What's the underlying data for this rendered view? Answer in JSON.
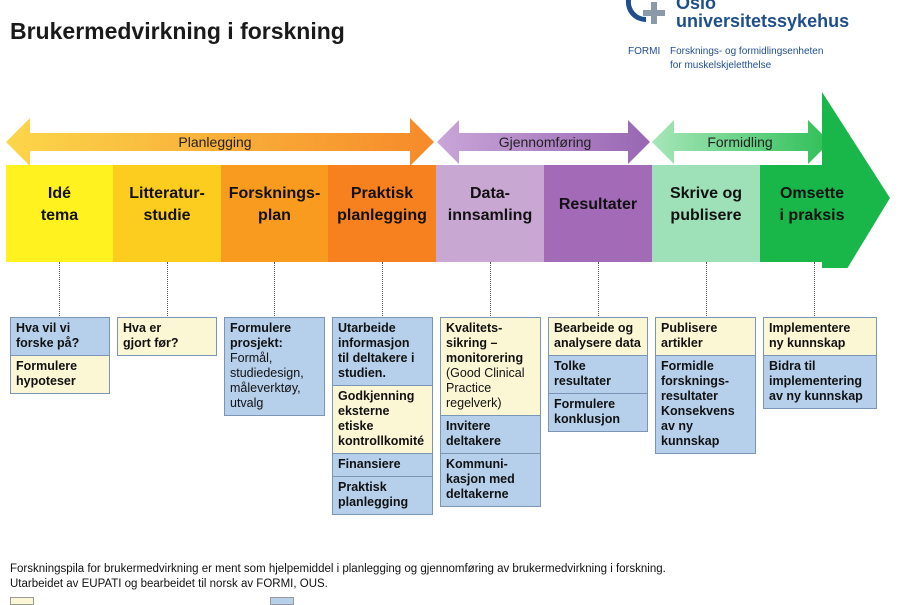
{
  "title": "Brukermedvirkning i forskning",
  "logo": {
    "name_line1": "Oslo",
    "name_line2": "universitetssykehus",
    "abbr": "FORMI",
    "unit_line1": "Forsknings- og formidlingsenheten",
    "unit_line2": "for muskelskjeletthelse",
    "icon": "cross-logo-icon"
  },
  "phases": [
    {
      "label": "Planlegging",
      "color": "#f5a04a"
    },
    {
      "label": "Gjennomføring",
      "color": "#b48cc8"
    },
    {
      "label": "Formidling",
      "color": "#5fd07a"
    }
  ],
  "stages": [
    {
      "label": "Idé\ntema",
      "color": "#fff21e"
    },
    {
      "label": "Litteratur-\nstudie",
      "color": "#fccc1f"
    },
    {
      "label": "Forsknings-\nplan",
      "color": "#f99b1f"
    },
    {
      "label": "Praktisk\nplanlegging",
      "color": "#f7801f"
    },
    {
      "label": "Data-\ninnsamling",
      "color": "#c8a7d3"
    },
    {
      "label": "Resultater",
      "color": "#a36ab7"
    },
    {
      "label": "Skrive og\npublisere",
      "color": "#9ee0b8"
    },
    {
      "label": "Omsette\ni praksis",
      "color": "#19b64a"
    }
  ],
  "columns": [
    {
      "tasks": [
        {
          "style": "blue",
          "bold": "Hva vil vi\nforske på?",
          "normal": ""
        },
        {
          "style": "yellow",
          "bold": "Formulere\nhypoteser",
          "normal": ""
        }
      ]
    },
    {
      "tasks": [
        {
          "style": "yellow",
          "bold": "Hva er\ngjort før?",
          "normal": ""
        }
      ]
    },
    {
      "tasks": [
        {
          "style": "blue",
          "bold": "Formulere\nprosjekt:",
          "normal": "Formål,\nstudiedesign,\nmåleverktøy,\nutvalg"
        }
      ]
    },
    {
      "tasks": [
        {
          "style": "blue",
          "bold": "Utarbeide\ninformasjon\ntil deltakere i\nstudien.",
          "normal": ""
        },
        {
          "style": "yellow",
          "bold": "Godkjenning\neksterne\netiske\nkontrollkomité",
          "normal": ""
        },
        {
          "style": "blue",
          "bold": "Finansiere",
          "normal": ""
        },
        {
          "style": "blue",
          "bold": "Praktisk\nplanlegging",
          "normal": ""
        }
      ]
    },
    {
      "tasks": [
        {
          "style": "yellow",
          "bold": "Kvalitets-\nsikring –\nmonitorering",
          "normal": "(Good Clinical\nPractice\nregelverk)"
        },
        {
          "style": "blue",
          "bold": "Invitere\ndeltakere",
          "normal": ""
        },
        {
          "style": "blue",
          "bold": "Kommuni-\nkasjon med\ndeltakerne",
          "normal": ""
        }
      ]
    },
    {
      "tasks": [
        {
          "style": "yellow",
          "bold": "Bearbeide og\nanalysere data",
          "normal": ""
        },
        {
          "style": "blue",
          "bold": "Tolke\nresultater",
          "normal": ""
        },
        {
          "style": "blue",
          "bold": "Formulere\nkonklusjon",
          "normal": ""
        }
      ]
    },
    {
      "tasks": [
        {
          "style": "yellow",
          "bold": "Publisere\nartikler",
          "normal": ""
        },
        {
          "style": "blue",
          "bold": "Formidle\nforsknings-\nresultater\nKonsekvens\nav ny\nkunnskap",
          "normal": ""
        }
      ]
    },
    {
      "tasks": [
        {
          "style": "yellow",
          "bold": "Implementere\nny kunnskap",
          "normal": ""
        },
        {
          "style": "blue",
          "bold": "Bidra til\nimplementering\nav ny kunnskap",
          "normal": ""
        }
      ]
    }
  ],
  "footer": {
    "line1": "Forskningspila for brukermedvirkning er ment som hjelpemiddel i planlegging og gjennomføring av brukermedvirkning i forskning.",
    "line2": "Utarbeidet av EUPATI og bearbeidet til norsk av FORMI, OUS."
  }
}
